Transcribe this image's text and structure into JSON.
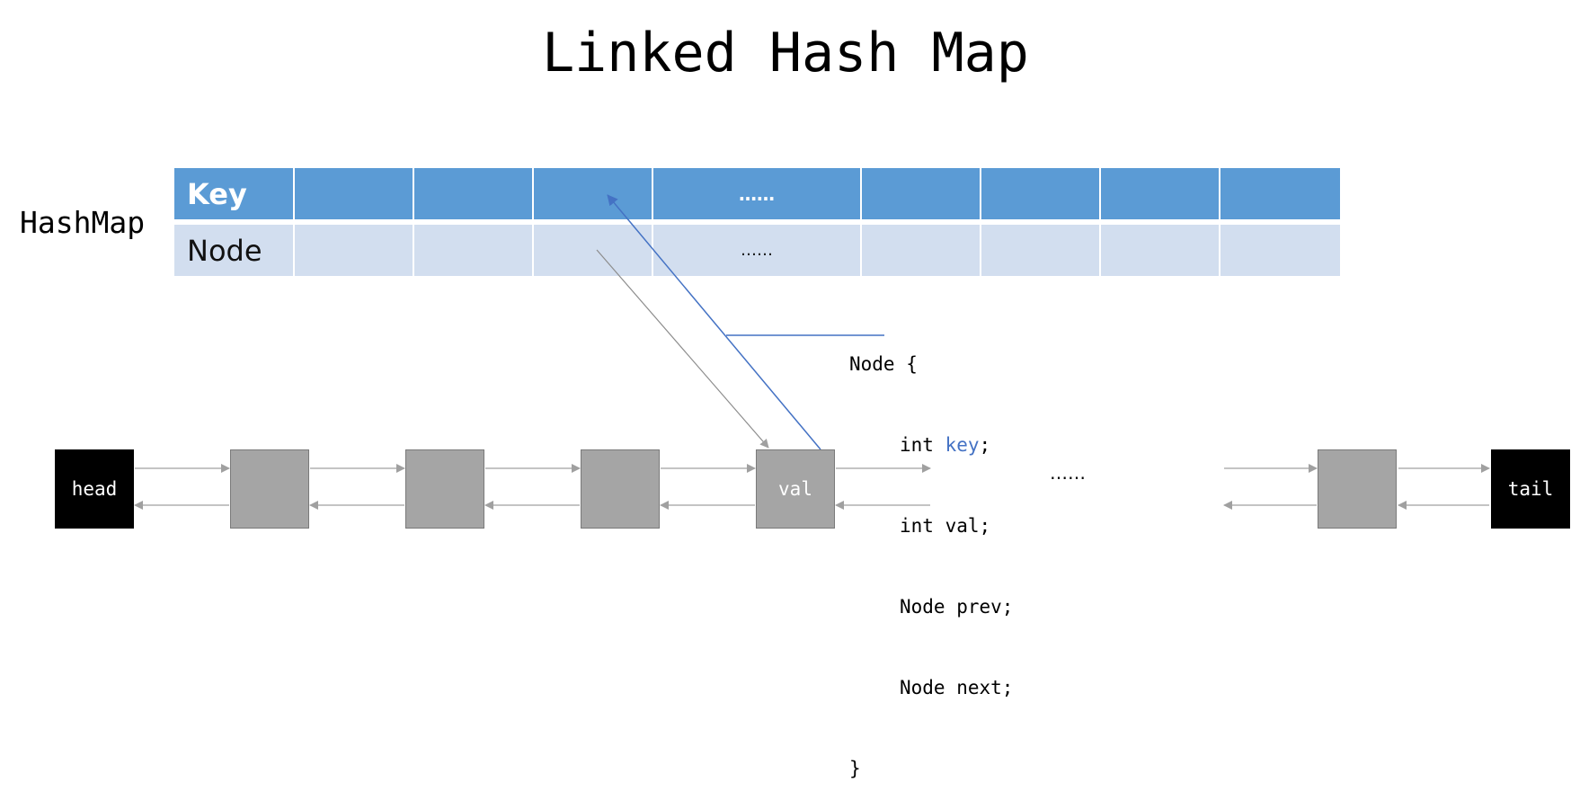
{
  "title": "Linked Hash Map",
  "hashmap_label": "HashMap",
  "table": {
    "key_row_label": "Key",
    "node_row_label": "Node",
    "key_ellipsis": "……",
    "node_ellipsis": "……"
  },
  "node_code": {
    "open": "Node {",
    "line_key_type": "int ",
    "line_key_name": "key",
    "line_key_end": ";",
    "line_val": "int val;",
    "line_prev": "Node prev;",
    "line_next": "Node next;",
    "close": "}"
  },
  "list": {
    "head_label": "head",
    "val_label": "val",
    "ellipsis": "……",
    "tail_label": "tail"
  },
  "colors": {
    "key_row": "#5b9bd5",
    "node_row": "#d2deef",
    "key_highlight": "#4472c4",
    "node_box": "#a5a5a5",
    "sentinel_box": "#000000"
  }
}
